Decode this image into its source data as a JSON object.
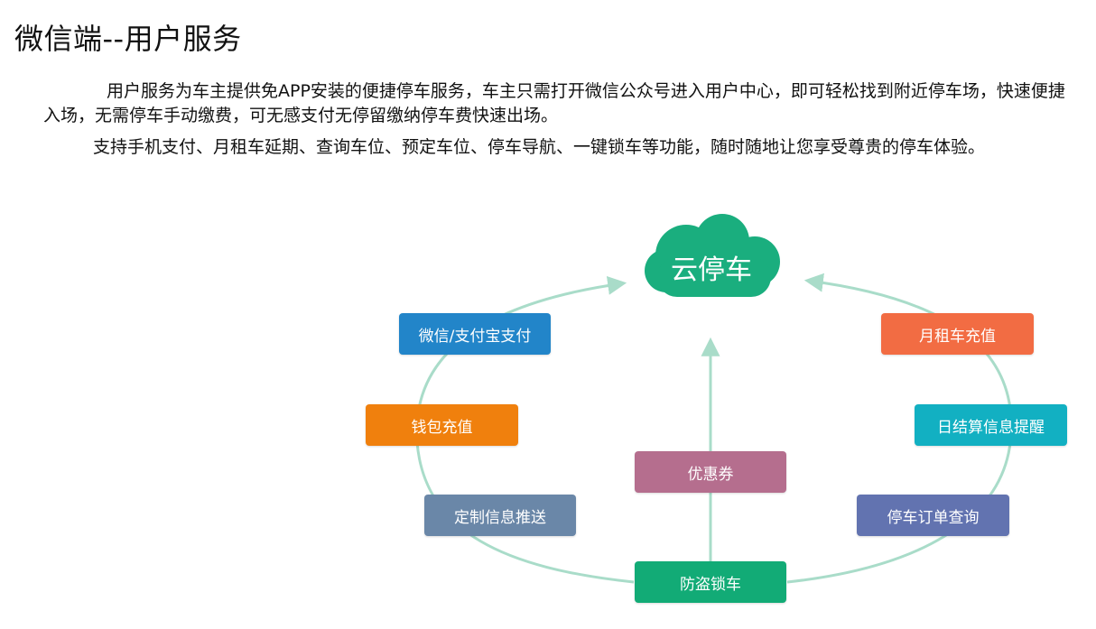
{
  "page": {
    "title": "微信端--用户服务",
    "paragraph1": "用户服务为车主提供免APP安装的便捷停车服务，车主只需打开微信公众号进入用户中心，即可轻松找到附近停车场，快速便捷入场，无需停车手动缴费，可无感支付无停留缴纳停车费快速出场。",
    "paragraph2": "支持手机支付、月租车延期、查询车位、预定车位、停车导航、一键锁车等功能，随时随地让您享受尊贵的停车体验。"
  },
  "diagram": {
    "center": {
      "label": "云停车",
      "color": "#1aae7e"
    },
    "nodes": {
      "wechat_alipay": {
        "label": "微信/支付宝支付",
        "color": "#2285c9"
      },
      "wallet": {
        "label": "钱包充值",
        "color": "#f0800d"
      },
      "push": {
        "label": "定制信息推送",
        "color": "#6a87a8"
      },
      "antitheft": {
        "label": "防盗锁车",
        "color": "#12ab76"
      },
      "coupon": {
        "label": "优惠券",
        "color": "#b56e8e"
      },
      "monthly": {
        "label": "月租车充值",
        "color": "#f26c43"
      },
      "daily": {
        "label": "日结算信息提醒",
        "color": "#12b0c2"
      },
      "order": {
        "label": "停车订单查询",
        "color": "#6273b0"
      }
    },
    "connector_color": "#a9dcc9"
  }
}
